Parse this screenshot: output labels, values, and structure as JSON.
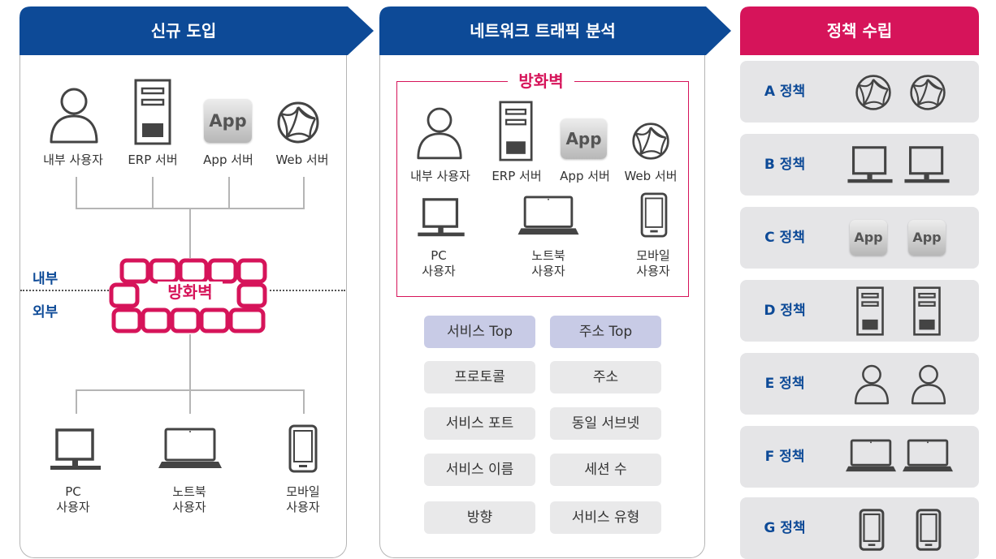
{
  "stages": {
    "s1": {
      "title": "신규 도입",
      "color": "#0d4a97"
    },
    "s2": {
      "title": "네트워크 트래픽 분석",
      "color": "#0d4a97"
    },
    "s3": {
      "title": "정책 수립",
      "color": "#d6145a"
    }
  },
  "left": {
    "servers": [
      "내부 사용자",
      "ERP 서버",
      "App 서버",
      "Web 서버"
    ],
    "app_text": "App",
    "inside": "내부",
    "outside": "외부",
    "firewall": "방화벽",
    "clients": [
      "PC\n사용자",
      "노트북\n사용자",
      "모바일\n사용자"
    ]
  },
  "middle": {
    "firewall": "방화벽",
    "servers": [
      "내부 사용자",
      "ERP 서버",
      "App 서버",
      "Web 서버"
    ],
    "app_text": "App",
    "clients": [
      "PC\n사용자",
      "노트북\n사용자",
      "모바일\n사용자"
    ],
    "chips": [
      [
        "서비스 Top",
        "주소 Top"
      ],
      [
        "프로토콜",
        "주소"
      ],
      [
        "서비스 포트",
        "동일 서브넷"
      ],
      [
        "서비스 이름",
        "세션 수"
      ],
      [
        "방향",
        "서비스 유형"
      ]
    ]
  },
  "policies": [
    {
      "name": "A 정책",
      "icon": "globe-icon"
    },
    {
      "name": "B 정책",
      "icon": "pc-icon"
    },
    {
      "name": "C 정책",
      "icon": "app-icon",
      "app_text": "App"
    },
    {
      "name": "D 정책",
      "icon": "server-icon"
    },
    {
      "name": "E 정책",
      "icon": "user-icon"
    },
    {
      "name": "F 정책",
      "icon": "laptop-icon"
    },
    {
      "name": "G 정책",
      "icon": "mobile-icon"
    }
  ],
  "colors": {
    "accent_blue": "#0d4a97",
    "accent_pink": "#d6145a",
    "chip_highlight": "#c8cbe6",
    "chip": "#e9e9ea"
  }
}
